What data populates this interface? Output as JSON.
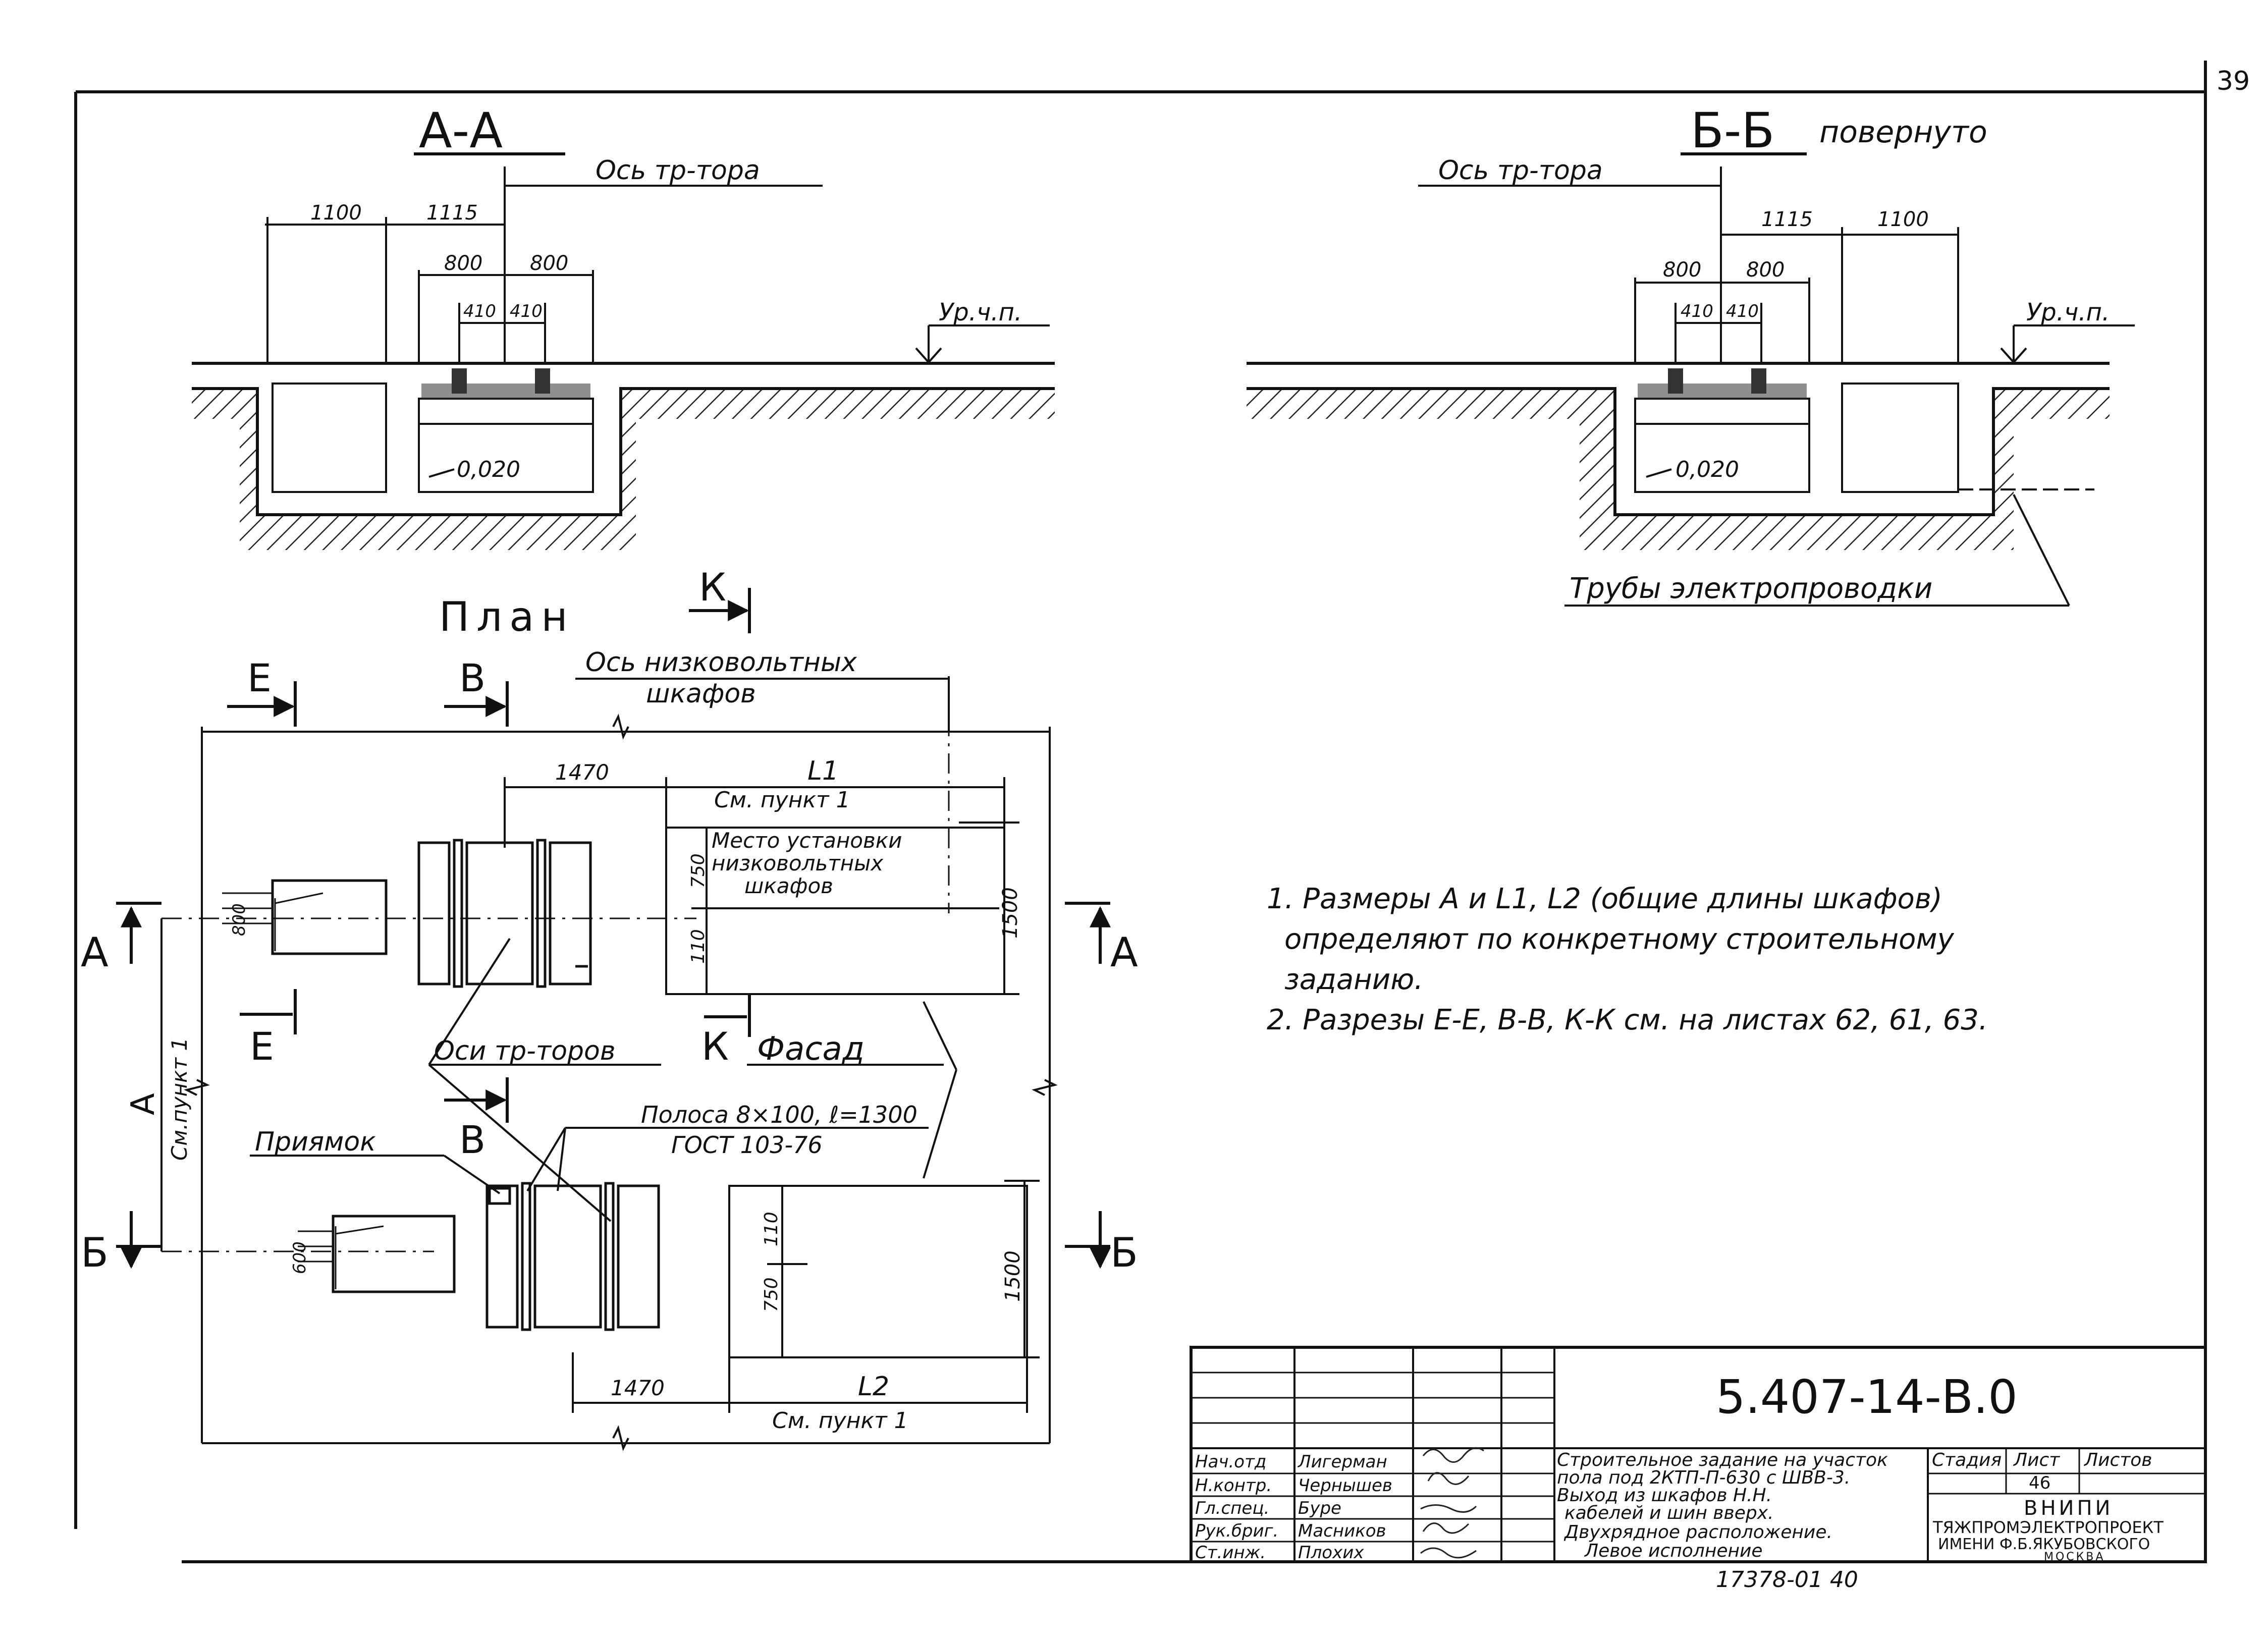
{
  "sheet_number": "39",
  "section_aa": {
    "title": "А-А",
    "axis_label": "Ось тр-тора",
    "dims": {
      "d1100": "1100",
      "d1115": "1115",
      "d800a": "800",
      "d800b": "800",
      "d410a": "410",
      "d410b": "410"
    },
    "level_label": "Ур.ч.п.",
    "slope": "0,020"
  },
  "section_bb": {
    "title": "Б-Б",
    "title_suffix": "повернуто",
    "axis_label": "Ось тр-тора",
    "dims": {
      "d1115": "1115",
      "d1100": "1100",
      "d800a": "800",
      "d800b": "800",
      "d410a": "410",
      "d410b": "410"
    },
    "level_label": "Ур.ч.п.",
    "slope": "0,020",
    "pipes_label": "Трубы электропроводки"
  },
  "plan": {
    "title": "План",
    "markers": {
      "E": "Е",
      "B": "В",
      "K": "К",
      "A": "А",
      "Bb": "Б"
    },
    "lv_axis_line1": "Ось низковольтных",
    "lv_axis_line2": "шкафов",
    "dim_1470_top": "1470",
    "dim_1470_bottom": "1470",
    "L1": "L1",
    "L2": "L2",
    "see_item_top": "См. пункт 1",
    "see_item_bottom": "См. пункт 1",
    "cabinet_place_line1": "Место установки",
    "cabinet_place_line2": "низковольтных",
    "cabinet_place_line3": "шкафов",
    "dim_750_top": "750",
    "dim_110_top": "110",
    "dim_1500_top": "1500",
    "dim_110_bottom": "110",
    "dim_750_bottom": "750",
    "dim_1500_bottom": "1500",
    "dim_800": "800",
    "dim_600": "600",
    "transformer_axes": "Оси тр-торов",
    "facade": "Фасад",
    "strip_line1": "Полоса 8×100, ℓ=1300",
    "strip_line2": "ГОСТ 103-76",
    "pit": "Приямок",
    "A_label": "А",
    "A_note": "См.пункт 1"
  },
  "notes": [
    "1. Размеры А и L1, L2 (общие длины шкафов)",
    "определяют по конкретному строительному",
    "заданию.",
    "2. Разрезы Е-Е, В-В, К-К см. на листах 62, 61, 63."
  ],
  "title_block": {
    "doc_code": "5.407-14-В.0",
    "description": [
      "Строительное задание на участок",
      "пола под 2КТП-П-630 с ШВВ-3.",
      "Выход из шкафов Н.Н.",
      "кабелей и шин вверх.",
      "Двухрядное расположение.",
      "Левое исполнение"
    ],
    "stage_header": "Стадия",
    "sheet_header": "Лист",
    "sheets_header": "Листов",
    "sheet_value": "46",
    "org_line1": "ВНИПИ",
    "org_line2": "ТЯЖПРОМЭЛЕКТРОПРОЕКТ",
    "org_line3": "ИМЕНИ Ф.Б.ЯКУБОВСКОГО",
    "org_line4": "МОСКВА",
    "people": [
      {
        "role": "Нач.отд",
        "name": "Лигерман"
      },
      {
        "role": "Н.контр.",
        "name": "Чернышев"
      },
      {
        "role": "Гл.спец.",
        "name": "Буре"
      },
      {
        "role": "Рук.бриг.",
        "name": "Масников"
      },
      {
        "role": "Ст.инж.",
        "name": "Плохих"
      }
    ],
    "archive_no": "17378-01  40"
  }
}
